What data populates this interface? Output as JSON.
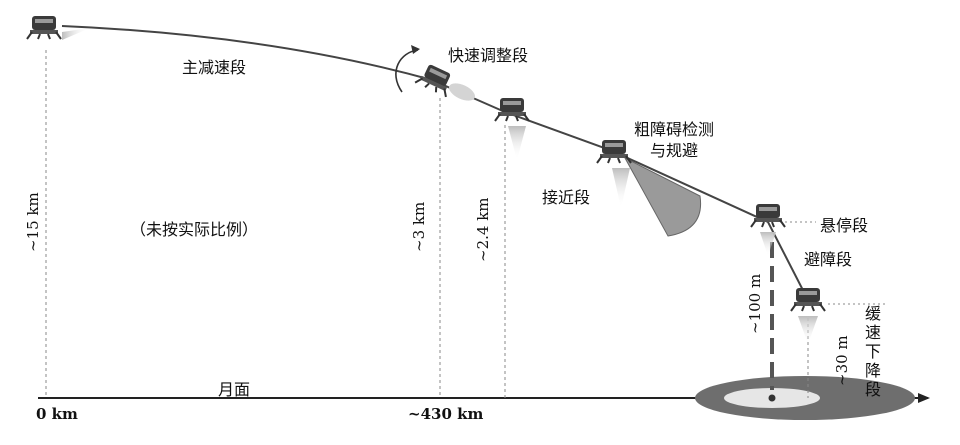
{
  "phases": {
    "main_decel": "主减速段",
    "fast_adjust": "快速调整段",
    "coarse_avoid_line1": "粗障碍检测",
    "coarse_avoid_line2": "与规避",
    "approach": "接近段",
    "hover": "悬停段",
    "obstacle_avoid": "避障段",
    "slow_descent": "缓速下降段"
  },
  "notes": {
    "not_to_scale": "（未按实际比例）"
  },
  "surface": {
    "label": "月面"
  },
  "altitudes": {
    "h15": "~15 km",
    "h3": "~3 km",
    "h24": "~2.4 km",
    "h100": "~100 m",
    "h30": "~30 m"
  },
  "distances": {
    "start": "0 km",
    "end": "~430 km"
  },
  "colors": {
    "lander_body": "#3a3a3a",
    "plume": "#c9c9c9",
    "cone": "#9a9a9a",
    "ellipse_outer": "#6e6e6e",
    "ellipse_inner": "#e6e6e6",
    "trajectory": "#444444"
  }
}
